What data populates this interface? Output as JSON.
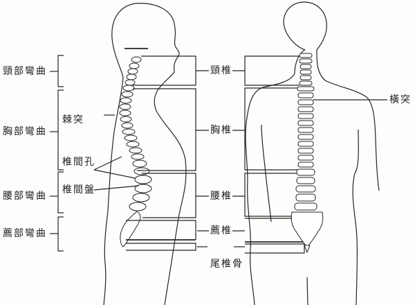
{
  "diagram": {
    "subject": "Human spine — lateral and posterior views",
    "curvatures": [
      {
        "id": "cervical-curve",
        "label": "頸部彎曲"
      },
      {
        "id": "thoracic-curve",
        "label": "胸部彎曲"
      },
      {
        "id": "lumbar-curve",
        "label": "腰部彎曲"
      },
      {
        "id": "sacral-curve",
        "label": "薦部彎曲"
      }
    ],
    "lateral_features": [
      {
        "id": "spinous-process",
        "label": "棘突"
      },
      {
        "id": "intervertebral-foramen",
        "label": "椎間孔"
      },
      {
        "id": "intervertebral-disc",
        "label": "椎間盤"
      }
    ],
    "regions": [
      {
        "id": "cervical-vertebrae",
        "label": "頸椎"
      },
      {
        "id": "thoracic-vertebrae",
        "label": "胸椎"
      },
      {
        "id": "lumbar-vertebrae",
        "label": "腰椎"
      },
      {
        "id": "sacral-vertebrae",
        "label": "薦椎"
      },
      {
        "id": "coccyx",
        "label": "尾椎骨"
      }
    ],
    "posterior_features": [
      {
        "id": "transverse-process",
        "label": "橫突"
      }
    ]
  }
}
